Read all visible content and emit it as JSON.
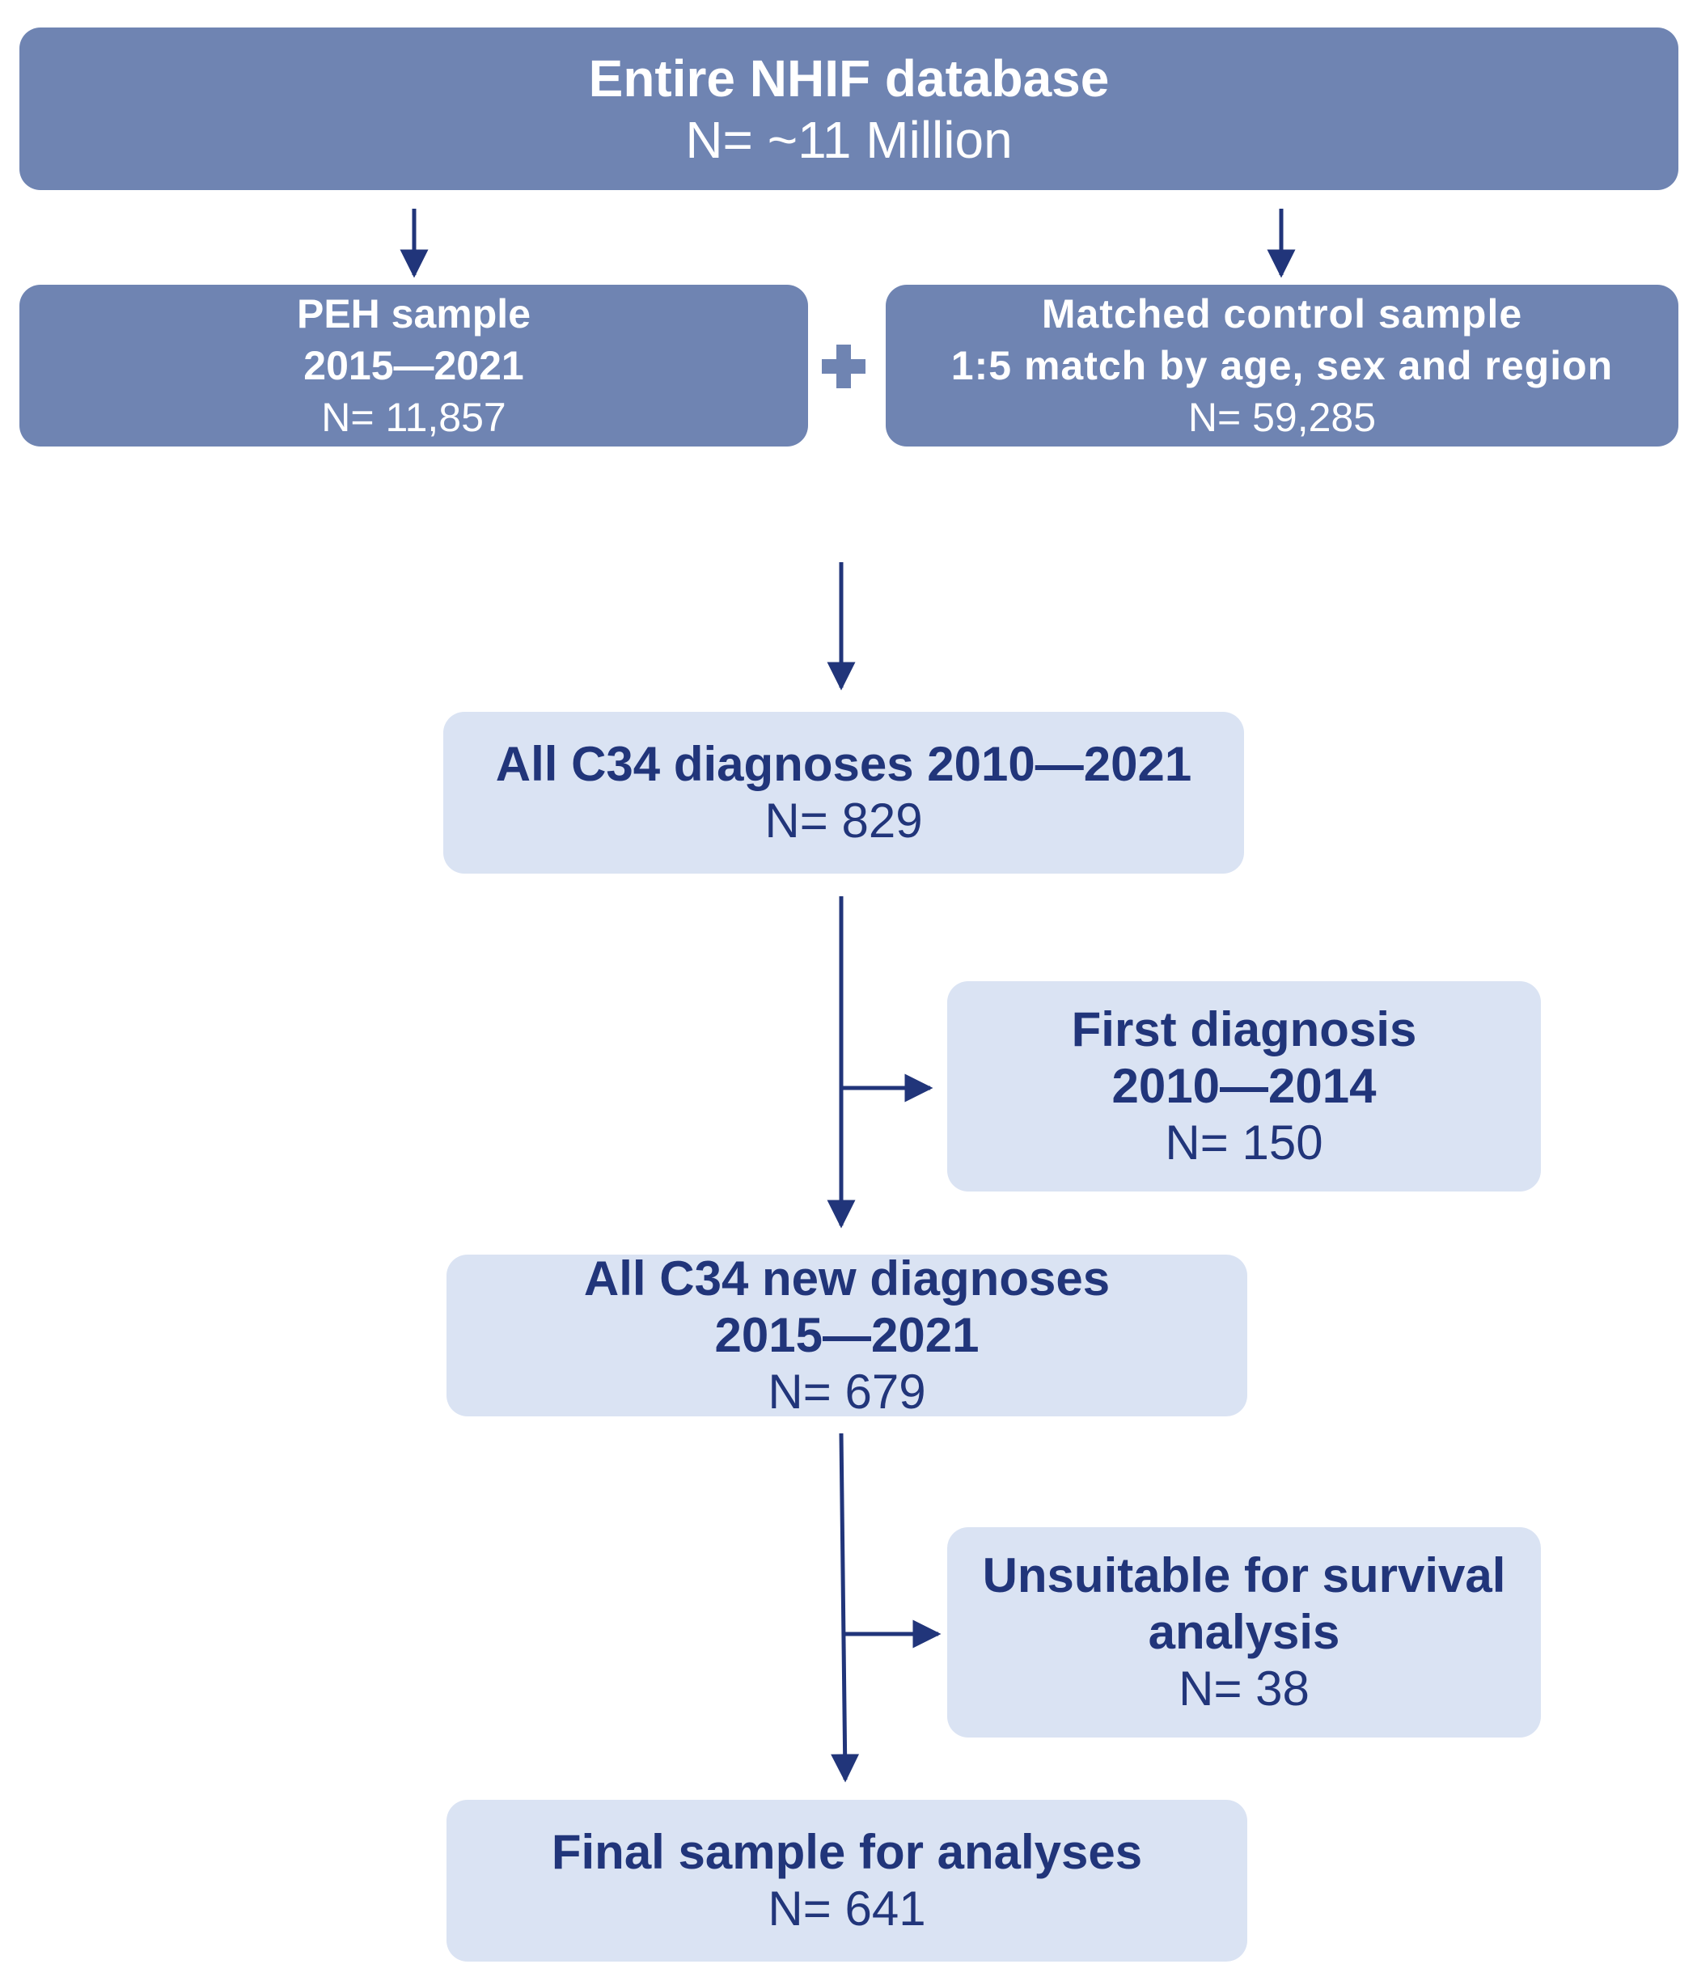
{
  "boxes": {
    "nhif": {
      "title": "Entire NHIF database",
      "n": "N= ~11 Million"
    },
    "peh": {
      "title": "PEH sample",
      "years": "2015—2021",
      "n": "N= 11,857"
    },
    "control": {
      "title": "Matched control sample",
      "subtitle": "1:5 match by age, sex and region",
      "n": "N= 59,285"
    },
    "c34_all": {
      "title": "All C34 diagnoses 2010—2021",
      "n": "N= 829"
    },
    "first_dx": {
      "title": "First diagnosis",
      "years": "2010—2014",
      "n": "N= 150"
    },
    "c34_new": {
      "title": "All C34 new diagnoses",
      "years": "2015—2021",
      "n": "N= 679"
    },
    "unsuitable": {
      "title_line1": "Unsuitable for survival",
      "title_line2": "analysis",
      "n": "N= 38"
    },
    "final": {
      "title": "Final sample for analyses",
      "n": "N= 641"
    }
  },
  "plus_symbol": "+",
  "colors": {
    "dark_box": "#6f84b2",
    "light_box": "#dae3f3",
    "dark_text": "#21357a",
    "arrow": "#21357a"
  }
}
